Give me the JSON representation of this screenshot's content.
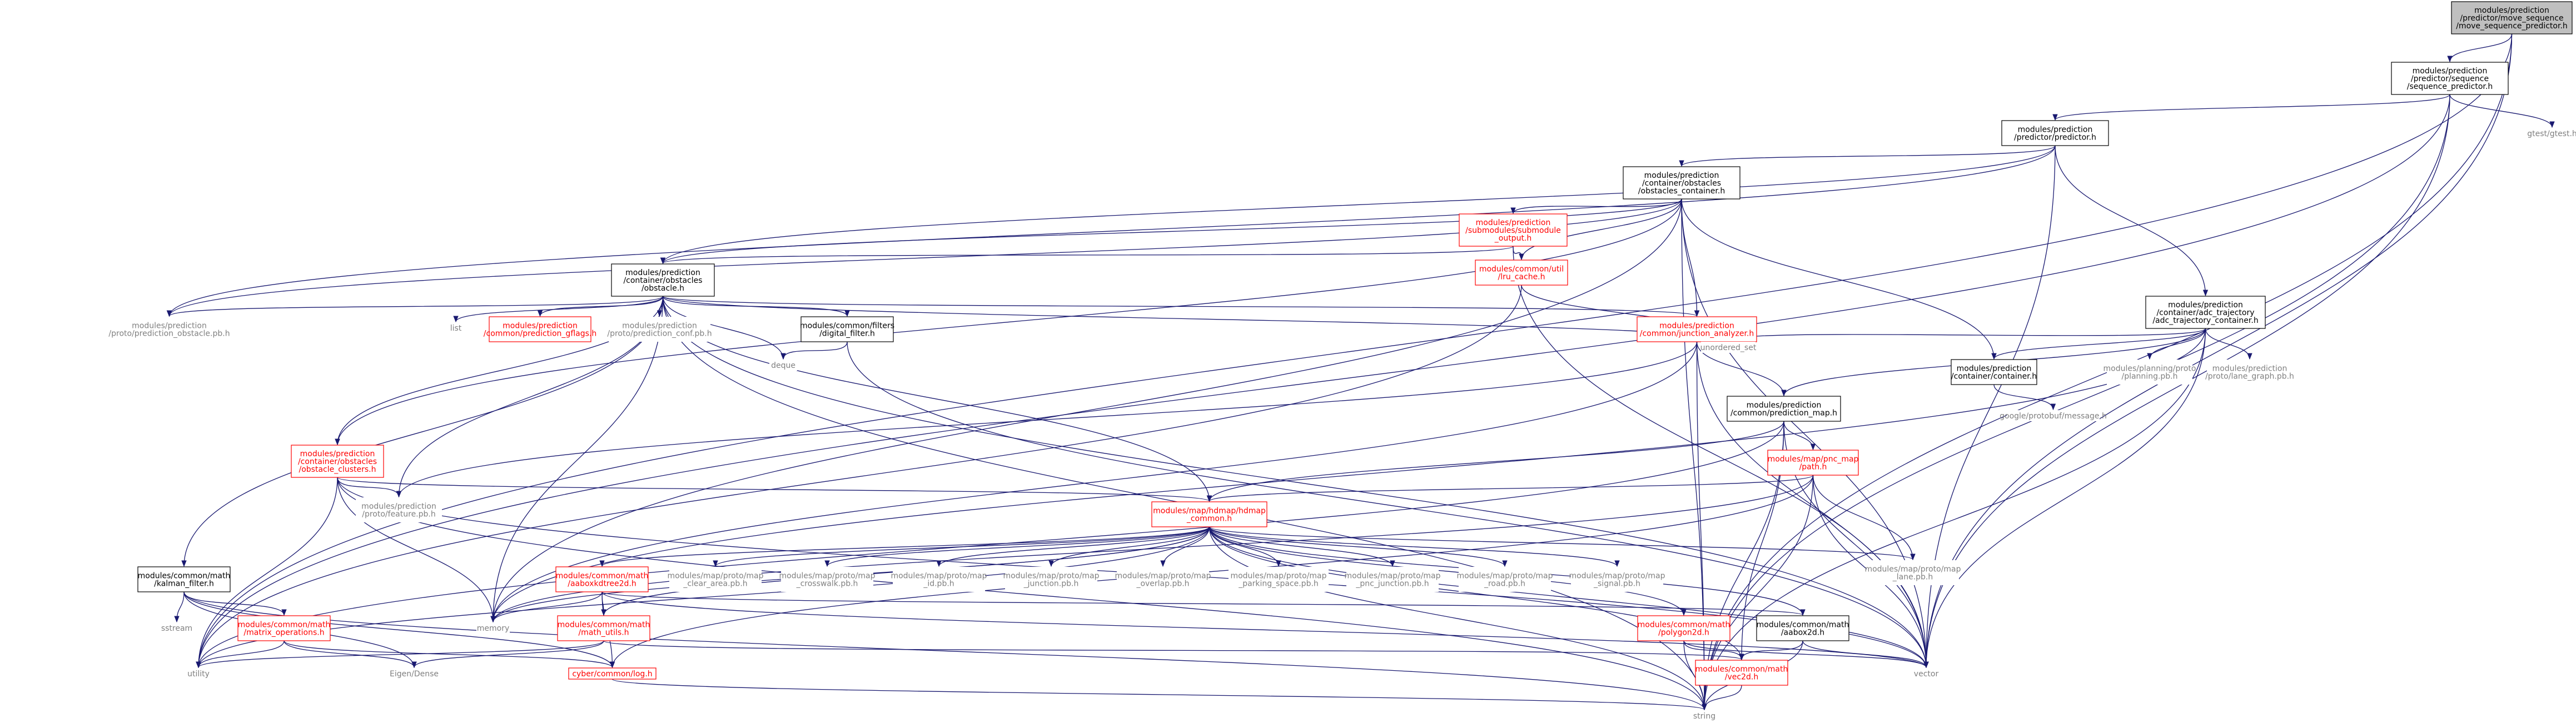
{
  "colors": {
    "edge": "#191970",
    "text_normal": "#000000",
    "text_red": "#ff0000",
    "text_gray": "#808080",
    "border_normal": "#000000",
    "border_red": "#ff0000",
    "border_gray": "#bfbfbf",
    "fill_root": "#bfbfbf",
    "fill_normal": "#ffffff"
  },
  "nodes": [
    {
      "id": "root",
      "style": "root",
      "lines": [
        "modules/prediction",
        "/predictor/move_sequence",
        "/move_sequence_predictor.h"
      ]
    },
    {
      "id": "seq",
      "style": "normal",
      "lines": [
        "modules/prediction",
        "/predictor/sequence",
        "/sequence_predictor.h"
      ]
    },
    {
      "id": "pred",
      "style": "normal",
      "lines": [
        "modules/prediction",
        "/predictor/predictor.h"
      ]
    },
    {
      "id": "gtest",
      "style": "gray",
      "lines": [
        "gtest/gtest.h"
      ]
    },
    {
      "id": "obscont",
      "style": "normal",
      "lines": [
        "modules/prediction",
        "/container/obstacles",
        "/obstacles_container.h"
      ]
    },
    {
      "id": "submod",
      "style": "red",
      "lines": [
        "modules/prediction",
        "/submodules/submodule",
        "_output.h"
      ]
    },
    {
      "id": "lru",
      "style": "red",
      "lines": [
        "modules/common/util",
        "/lru_cache.h"
      ]
    },
    {
      "id": "obstacle",
      "style": "normal",
      "lines": [
        "modules/prediction",
        "/container/obstacles",
        "/obstacle.h"
      ]
    },
    {
      "id": "adc",
      "style": "normal",
      "lines": [
        "modules/prediction",
        "/container/adc_trajectory",
        "/adc_trajectory_container.h"
      ]
    },
    {
      "id": "predobs",
      "style": "gray",
      "lines": [
        "modules/prediction",
        "/proto/prediction_obstacle.pb.h"
      ]
    },
    {
      "id": "list",
      "style": "gray",
      "lines": [
        "list"
      ]
    },
    {
      "id": "gflags",
      "style": "red",
      "lines": [
        "modules/prediction",
        "/common/prediction_gflags.h"
      ]
    },
    {
      "id": "predconf",
      "style": "gray",
      "lines": [
        "modules/prediction",
        "/proto/prediction_conf.pb.h"
      ]
    },
    {
      "id": "filter",
      "style": "normal",
      "lines": [
        "modules/common/filters",
        "/digital_filter.h"
      ]
    },
    {
      "id": "junction",
      "style": "red",
      "lines": [
        "modules/prediction",
        "/common/junction_analyzer.h"
      ]
    },
    {
      "id": "unordered",
      "style": "gray",
      "lines": [
        "unordered_set"
      ]
    },
    {
      "id": "deque",
      "style": "gray",
      "lines": [
        "deque"
      ]
    },
    {
      "id": "container",
      "style": "normal",
      "lines": [
        "modules/prediction",
        "/container/container.h"
      ]
    },
    {
      "id": "planning",
      "style": "gray",
      "lines": [
        "modules/planning/proto",
        "/planning.pb.h"
      ]
    },
    {
      "id": "lanegraph",
      "style": "gray",
      "lines": [
        "modules/prediction",
        "/proto/lane_graph.pb.h"
      ]
    },
    {
      "id": "predmap",
      "style": "normal",
      "lines": [
        "modules/prediction",
        "/common/prediction_map.h"
      ]
    },
    {
      "id": "pbmsg",
      "style": "gray",
      "lines": [
        "google/protobuf/message.h"
      ]
    },
    {
      "id": "clusters",
      "style": "red",
      "lines": [
        "modules/prediction",
        "/container/obstacles",
        "/obstacle_clusters.h"
      ]
    },
    {
      "id": "pncpath",
      "style": "red",
      "lines": [
        "modules/map/pnc_map",
        "/path.h"
      ]
    },
    {
      "id": "feature",
      "style": "gray",
      "lines": [
        "modules/prediction",
        "/proto/feature.pb.h"
      ]
    },
    {
      "id": "hdmap",
      "style": "red",
      "lines": [
        "modules/map/hdmap/hdmap",
        "_common.h"
      ]
    },
    {
      "id": "kalman",
      "style": "normal",
      "lines": [
        "modules/common/math",
        "/kalman_filter.h"
      ]
    },
    {
      "id": "aaboxkd",
      "style": "red",
      "lines": [
        "modules/common/math",
        "/aaboxkdtree2d.h"
      ]
    },
    {
      "id": "clear",
      "style": "gray",
      "lines": [
        "modules/map/proto/map",
        "_clear_area.pb.h"
      ]
    },
    {
      "id": "crosswalk",
      "style": "gray",
      "lines": [
        "modules/map/proto/map",
        "_crosswalk.pb.h"
      ]
    },
    {
      "id": "idpb",
      "style": "gray",
      "lines": [
        "modules/map/proto/map",
        "_id.pb.h"
      ]
    },
    {
      "id": "junctionpb",
      "style": "gray",
      "lines": [
        "modules/map/proto/map",
        "_junction.pb.h"
      ]
    },
    {
      "id": "overlap",
      "style": "gray",
      "lines": [
        "modules/map/proto/map",
        "_overlap.pb.h"
      ]
    },
    {
      "id": "parking",
      "style": "gray",
      "lines": [
        "modules/map/proto/map",
        "_parking_space.pb.h"
      ]
    },
    {
      "id": "pncjunction",
      "style": "gray",
      "lines": [
        "modules/map/proto/map",
        "_pnc_junction.pb.h"
      ]
    },
    {
      "id": "road",
      "style": "gray",
      "lines": [
        "modules/map/proto/map",
        "_road.pb.h"
      ]
    },
    {
      "id": "signal",
      "style": "gray",
      "lines": [
        "modules/map/proto/map",
        "_signal.pb.h"
      ]
    },
    {
      "id": "lane",
      "style": "gray",
      "lines": [
        "modules/map/proto/map",
        "_lane.pb.h"
      ]
    },
    {
      "id": "sstream",
      "style": "gray",
      "lines": [
        "sstream"
      ]
    },
    {
      "id": "matrixops",
      "style": "red",
      "lines": [
        "modules/common/math",
        "/matrix_operations.h"
      ]
    },
    {
      "id": "memory",
      "style": "gray",
      "lines": [
        "memory"
      ]
    },
    {
      "id": "mathutils",
      "style": "red",
      "lines": [
        "modules/common/math",
        "/math_utils.h"
      ]
    },
    {
      "id": "polygon",
      "style": "red",
      "lines": [
        "modules/common/math",
        "/polygon2d.h"
      ]
    },
    {
      "id": "aabox",
      "style": "normal",
      "lines": [
        "modules/common/math",
        "/aabox2d.h"
      ]
    },
    {
      "id": "utility",
      "style": "gray",
      "lines": [
        "utility"
      ]
    },
    {
      "id": "eigen",
      "style": "gray",
      "lines": [
        "Eigen/Dense"
      ]
    },
    {
      "id": "log",
      "style": "red",
      "lines": [
        "cyber/common/log.h"
      ]
    },
    {
      "id": "vec2d",
      "style": "red",
      "lines": [
        "modules/common/math",
        "/vec2d.h"
      ]
    },
    {
      "id": "vector",
      "style": "gray",
      "lines": [
        "vector"
      ]
    },
    {
      "id": "string",
      "style": "gray",
      "lines": [
        "string"
      ]
    }
  ],
  "edges": [
    [
      "root",
      "seq"
    ],
    [
      "root",
      "utility"
    ],
    [
      "root",
      "vector"
    ],
    [
      "root",
      "string"
    ],
    [
      "seq",
      "pred"
    ],
    [
      "seq",
      "gtest"
    ],
    [
      "seq",
      "utility"
    ],
    [
      "seq",
      "vector"
    ],
    [
      "seq",
      "string"
    ],
    [
      "pred",
      "obscont"
    ],
    [
      "pred",
      "obstacle"
    ],
    [
      "pred",
      "adc"
    ],
    [
      "pred",
      "predobs"
    ],
    [
      "pred",
      "vector"
    ],
    [
      "obscont",
      "submod"
    ],
    [
      "obscont",
      "lru"
    ],
    [
      "obscont",
      "obstacle"
    ],
    [
      "obscont",
      "junction"
    ],
    [
      "obscont",
      "container"
    ],
    [
      "obscont",
      "clusters"
    ],
    [
      "obscont",
      "predobs"
    ],
    [
      "obscont",
      "memory"
    ],
    [
      "obscont",
      "vector"
    ],
    [
      "obscont",
      "string"
    ],
    [
      "submod",
      "obstacle"
    ],
    [
      "submod",
      "lru"
    ],
    [
      "submod",
      "vector"
    ],
    [
      "lru",
      "unordered"
    ],
    [
      "lru",
      "utility"
    ],
    [
      "obstacle",
      "predobs"
    ],
    [
      "obstacle",
      "list"
    ],
    [
      "obstacle",
      "gflags"
    ],
    [
      "obstacle",
      "predconf"
    ],
    [
      "obstacle",
      "filter"
    ],
    [
      "obstacle",
      "junction"
    ],
    [
      "obstacle",
      "deque"
    ],
    [
      "obstacle",
      "clusters"
    ],
    [
      "obstacle",
      "feature"
    ],
    [
      "obstacle",
      "hdmap"
    ],
    [
      "obstacle",
      "kalman"
    ],
    [
      "obstacle",
      "memory"
    ],
    [
      "obstacle",
      "string"
    ],
    [
      "obstacle",
      "vector"
    ],
    [
      "obstacle",
      "unordered"
    ],
    [
      "filter",
      "deque"
    ],
    [
      "filter",
      "vector"
    ],
    [
      "junction",
      "predmap"
    ],
    [
      "junction",
      "feature"
    ],
    [
      "junction",
      "memory"
    ],
    [
      "junction",
      "vector"
    ],
    [
      "junction",
      "string"
    ],
    [
      "adc",
      "container"
    ],
    [
      "adc",
      "planning"
    ],
    [
      "adc",
      "lanegraph"
    ],
    [
      "adc",
      "predmap"
    ],
    [
      "adc",
      "unordered"
    ],
    [
      "adc",
      "memory"
    ],
    [
      "adc",
      "vector"
    ],
    [
      "adc",
      "string"
    ],
    [
      "container",
      "pbmsg"
    ],
    [
      "predmap",
      "pncpath"
    ],
    [
      "predmap",
      "hdmap"
    ],
    [
      "predmap",
      "vec2d"
    ],
    [
      "predmap",
      "vector"
    ],
    [
      "predmap",
      "string"
    ],
    [
      "predmap",
      "utility"
    ],
    [
      "pncpath",
      "hdmap"
    ],
    [
      "pncpath",
      "lane"
    ],
    [
      "pncpath",
      "log"
    ],
    [
      "pncpath",
      "memory"
    ],
    [
      "pncpath",
      "vector"
    ],
    [
      "pncpath",
      "string"
    ],
    [
      "clusters",
      "feature"
    ],
    [
      "clusters",
      "hdmap"
    ],
    [
      "clusters",
      "memory"
    ],
    [
      "clusters",
      "vector"
    ],
    [
      "clusters",
      "string"
    ],
    [
      "clusters",
      "utility"
    ],
    [
      "hdmap",
      "aaboxkd"
    ],
    [
      "hdmap",
      "clear"
    ],
    [
      "hdmap",
      "crosswalk"
    ],
    [
      "hdmap",
      "idpb"
    ],
    [
      "hdmap",
      "junctionpb"
    ],
    [
      "hdmap",
      "overlap"
    ],
    [
      "hdmap",
      "parking"
    ],
    [
      "hdmap",
      "pncjunction"
    ],
    [
      "hdmap",
      "road"
    ],
    [
      "hdmap",
      "signal"
    ],
    [
      "hdmap",
      "lane"
    ],
    [
      "hdmap",
      "polygon"
    ],
    [
      "hdmap",
      "aabox"
    ],
    [
      "hdmap",
      "vec2d"
    ],
    [
      "hdmap",
      "mathutils"
    ],
    [
      "hdmap",
      "memory"
    ],
    [
      "hdmap",
      "utility"
    ],
    [
      "hdmap",
      "vector"
    ],
    [
      "hdmap",
      "string"
    ],
    [
      "kalman",
      "sstream"
    ],
    [
      "kalman",
      "matrixops"
    ],
    [
      "kalman",
      "log"
    ],
    [
      "kalman",
      "eigen"
    ],
    [
      "kalman",
      "string"
    ],
    [
      "matrixops",
      "utility"
    ],
    [
      "matrixops",
      "eigen"
    ],
    [
      "matrixops",
      "log"
    ],
    [
      "aaboxkd",
      "mathutils"
    ],
    [
      "aaboxkd",
      "aabox"
    ],
    [
      "aaboxkd",
      "log"
    ],
    [
      "aaboxkd",
      "memory"
    ],
    [
      "aaboxkd",
      "vector"
    ],
    [
      "mathutils",
      "utility"
    ],
    [
      "mathutils",
      "eigen"
    ],
    [
      "mathutils",
      "vec2d"
    ],
    [
      "polygon",
      "vec2d"
    ],
    [
      "polygon",
      "vector"
    ],
    [
      "polygon",
      "string"
    ],
    [
      "aabox",
      "vec2d"
    ],
    [
      "aabox",
      "vector"
    ],
    [
      "aabox",
      "string"
    ],
    [
      "log",
      "string"
    ],
    [
      "vec2d",
      "string"
    ]
  ]
}
